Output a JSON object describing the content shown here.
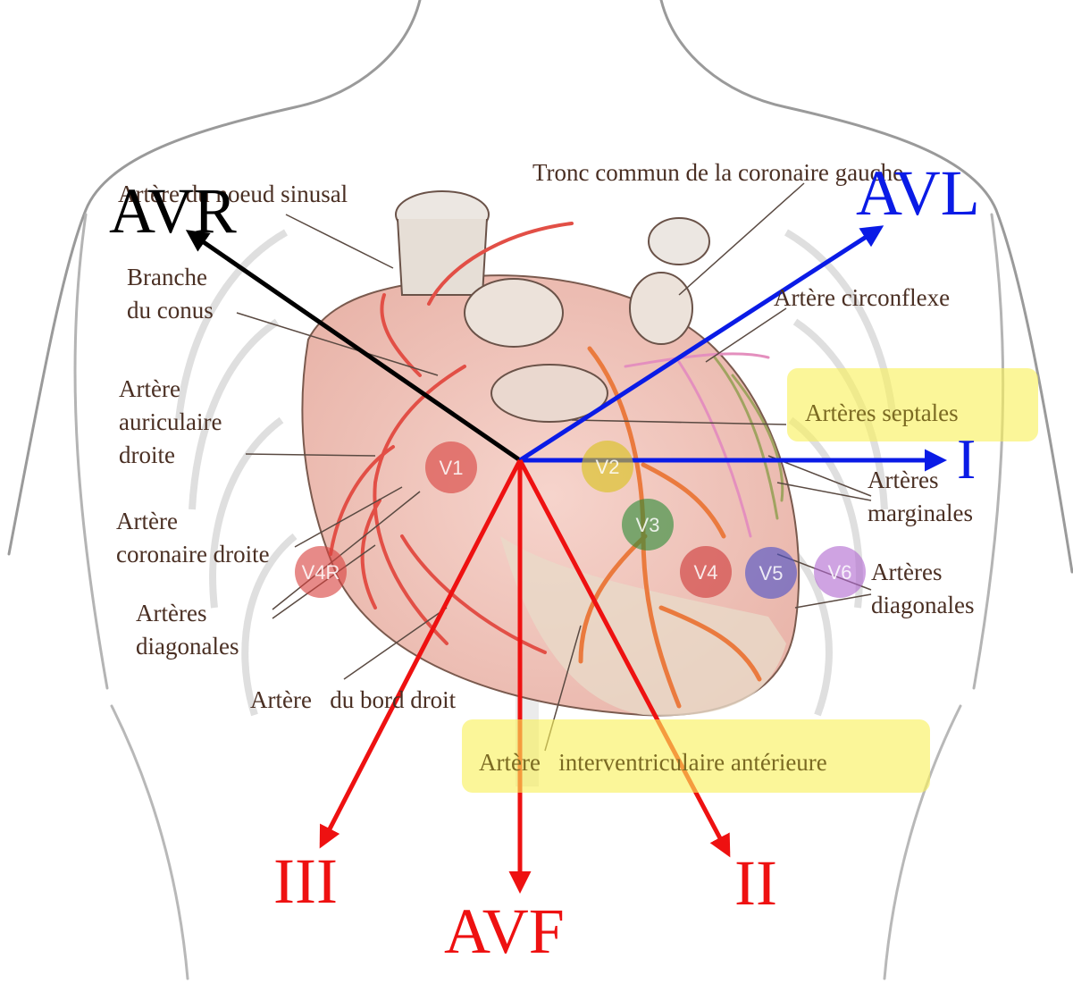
{
  "colors": {
    "avr": "#000000",
    "avl": "#0a1be6",
    "lead_i": "#0a1be6",
    "limb_red": "#ee1111",
    "label_text": "#4a2f23",
    "highlight": "#f8f05a"
  },
  "leads": {
    "avr": "AVR",
    "avl": "AVL",
    "i": "I",
    "ii": "II",
    "iii": "III",
    "avf": "AVF"
  },
  "electrodes": [
    {
      "id": "V1",
      "color": "#d9423f"
    },
    {
      "id": "V2",
      "color": "#d8c21c"
    },
    {
      "id": "V3",
      "color": "#2f8c39"
    },
    {
      "id": "V4",
      "color": "#cf3a3a"
    },
    {
      "id": "V5",
      "color": "#4d52c8"
    },
    {
      "id": "V6",
      "color": "#b26ad0"
    },
    {
      "id": "V4R",
      "color": "#d9423f"
    }
  ],
  "labels": {
    "sinus_node_artery": "Artère du noeud sinusal",
    "left_main": "Tronc commun de la coronaire gauche",
    "conus_branch": [
      "Branche",
      "du conus"
    ],
    "circumflex": "Artère circonflexe",
    "septal": "Artères septales",
    "right_atrial": [
      "Artère",
      "auriculaire",
      "droite"
    ],
    "marginal": [
      "Artères",
      "marginales"
    ],
    "rca": [
      "Artère",
      "coronaire droite"
    ],
    "diagonal_left": [
      "Artères",
      "diagonales"
    ],
    "diagonal_right": [
      "Artères",
      "diagonales"
    ],
    "acute_marginal": "Artère   du bord droit",
    "lad": "Artère   interventriculaire antérieure"
  }
}
